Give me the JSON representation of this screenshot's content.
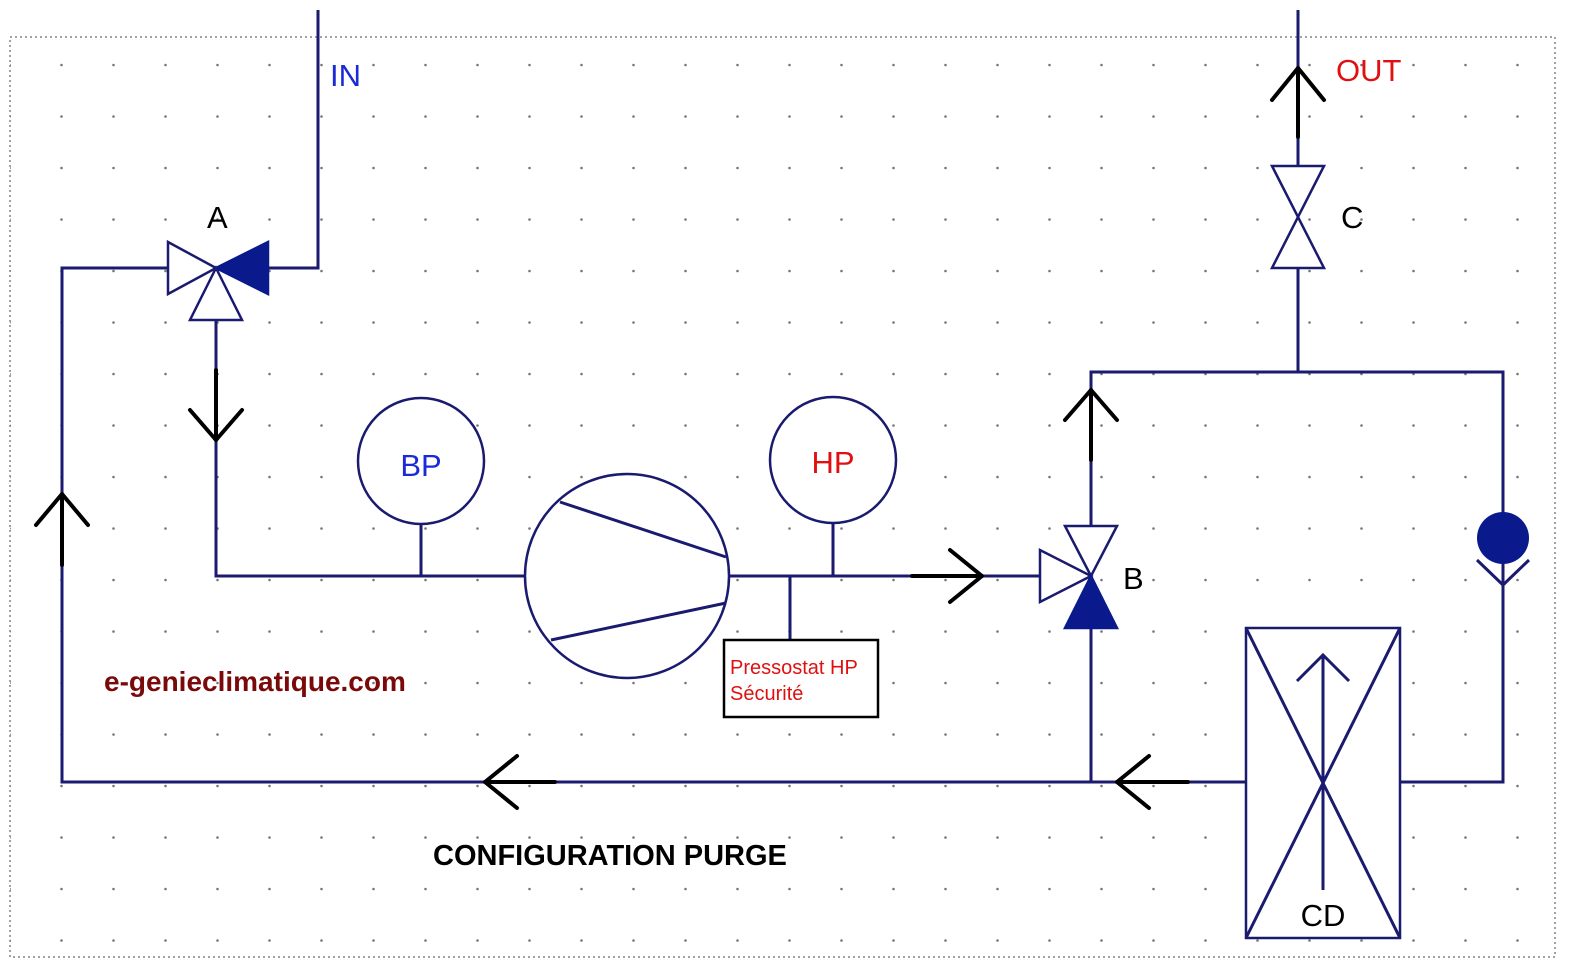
{
  "labels": {
    "inlet": "IN",
    "outlet": "OUT",
    "valve_a": "A",
    "valve_b": "B",
    "valve_c": "C",
    "gauge_low": "BP",
    "gauge_high": "HP",
    "pressostat_line1": "Pressostat HP",
    "pressostat_line2": "Sécurité",
    "condenser": "CD",
    "website": "e-genieclimatique.com",
    "caption": "CONFIGURATION PURGE"
  },
  "colors": {
    "pipe": "#1a1a6e",
    "valve_closed": "#0a1a8c",
    "flow_arrow": "#000000",
    "inlet_text": "#1a2ad6",
    "outlet_text": "#e01010",
    "low_pressure_text": "#1a2ad6",
    "high_pressure_text": "#e01010",
    "website_text": "#7a0a0a",
    "grid_dot": "#777777"
  },
  "valve_states": {
    "A": "port from IN closed",
    "B": "port toward condenser closed",
    "C": "open"
  }
}
